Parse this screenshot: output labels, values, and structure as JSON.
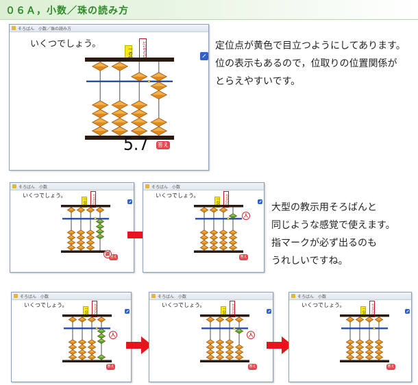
{
  "header": {
    "title": "０６Ａ，小数／珠の読み方"
  },
  "colors": {
    "accent": "#2f8a2a",
    "arrow": "#e8141d",
    "bead": "#e08a1c",
    "highlight_bead": "#3aaa35",
    "place_tag_yellow": "#f6e81b",
    "answer_button": "#e8434f"
  },
  "main_window": {
    "titlebar": "そろばん　小数／珠の読み方",
    "question": "いくつでしょう。",
    "tag_ones": "一の位",
    "tag_tenths": "1/10の位",
    "value": "5.7",
    "answer_button": "答え"
  },
  "description_1": [
    "定位点が黄色で目立つようにしてあります。",
    "位の表示もあるので，位取りの位置関係が",
    "とらえやすいです。"
  ],
  "description_2": [
    "大型の教示用そろばんと",
    "同じような感覚で使えます。",
    "指マークが必ず出るのも",
    "うれしいですね。"
  ],
  "small_window": {
    "titlebar": "そろばん　小数",
    "question": "いくつでしょう。",
    "tag_ones": "一の位",
    "tag_tenths": "1/10の位",
    "answer_button": "答え"
  },
  "markers": {
    "oya": "親",
    "hito": "人"
  }
}
